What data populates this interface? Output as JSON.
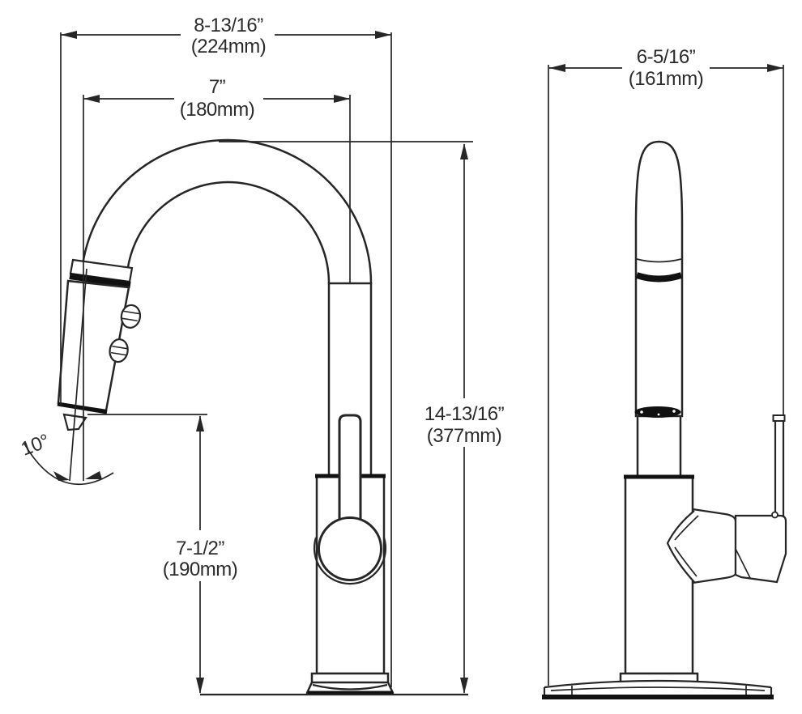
{
  "colors": {
    "line": "#262626",
    "dark": "#111111",
    "background": "#ffffff",
    "text": "#2b2b2b"
  },
  "front_view": {
    "dimensions": {
      "overall_depth": {
        "imperial": "8-13/16”",
        "metric": "(224mm)"
      },
      "spout_reach": {
        "imperial": "7”",
        "metric": "(180mm)"
      },
      "overall_height": {
        "imperial": "14-13/16”",
        "metric": "(377mm)"
      },
      "spray_head_height": {
        "imperial": "7-1/2”",
        "metric": "(190mm)"
      },
      "spray_head_angle": "10°"
    }
  },
  "side_view": {
    "dimensions": {
      "base_depth": {
        "imperial": "6-5/16”",
        "metric": "(161mm)"
      }
    }
  }
}
